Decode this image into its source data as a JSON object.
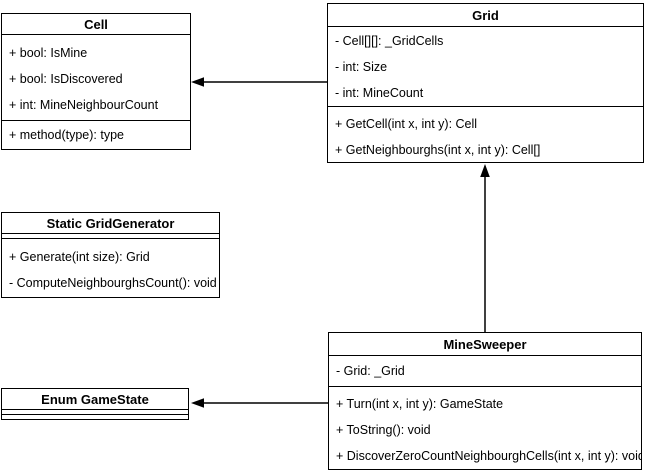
{
  "diagram": {
    "type": "uml-class-diagram",
    "colors": {
      "background": "#ffffff",
      "box_fill": "#ffffff",
      "border": "#000000",
      "text": "#000000"
    },
    "classes": {
      "cell": {
        "title": "Cell",
        "attributes": [
          "+ bool: IsMine",
          "+ bool: IsDiscovered",
          "+ int: MineNeighbourCount"
        ],
        "methods": [
          "+ method(type): type"
        ]
      },
      "grid": {
        "title": "Grid",
        "attributes": [
          "- Cell[][]: _GridCells",
          "- int: Size",
          "- int: MineCount"
        ],
        "methods": [
          "+ GetCell(int x, int y): Cell",
          "+ GetNeighbourghs(int x, int y): Cell[]"
        ]
      },
      "grid_generator": {
        "title": "Static GridGenerator",
        "attributes": [],
        "methods": [
          "+ Generate(int size): Grid",
          "- ComputeNeighbourghsCount(): void"
        ]
      },
      "game_state": {
        "title": "Enum GameState",
        "attributes": [],
        "methods": []
      },
      "minesweeper": {
        "title": "MineSweeper",
        "attributes": [
          "- Grid: _Grid"
        ],
        "methods": [
          "+ Turn(int x, int y): GameState",
          "+ ToString(): void",
          "+ DiscoverZeroCountNeighbourghCells(int x, int y): void"
        ]
      }
    },
    "relations": [
      {
        "from": "Grid",
        "to": "Cell",
        "style": "arrow"
      },
      {
        "from": "MineSweeper",
        "to": "Grid",
        "style": "arrow"
      },
      {
        "from": "MineSweeper",
        "to": "Enum GameState",
        "style": "arrow"
      }
    ]
  }
}
